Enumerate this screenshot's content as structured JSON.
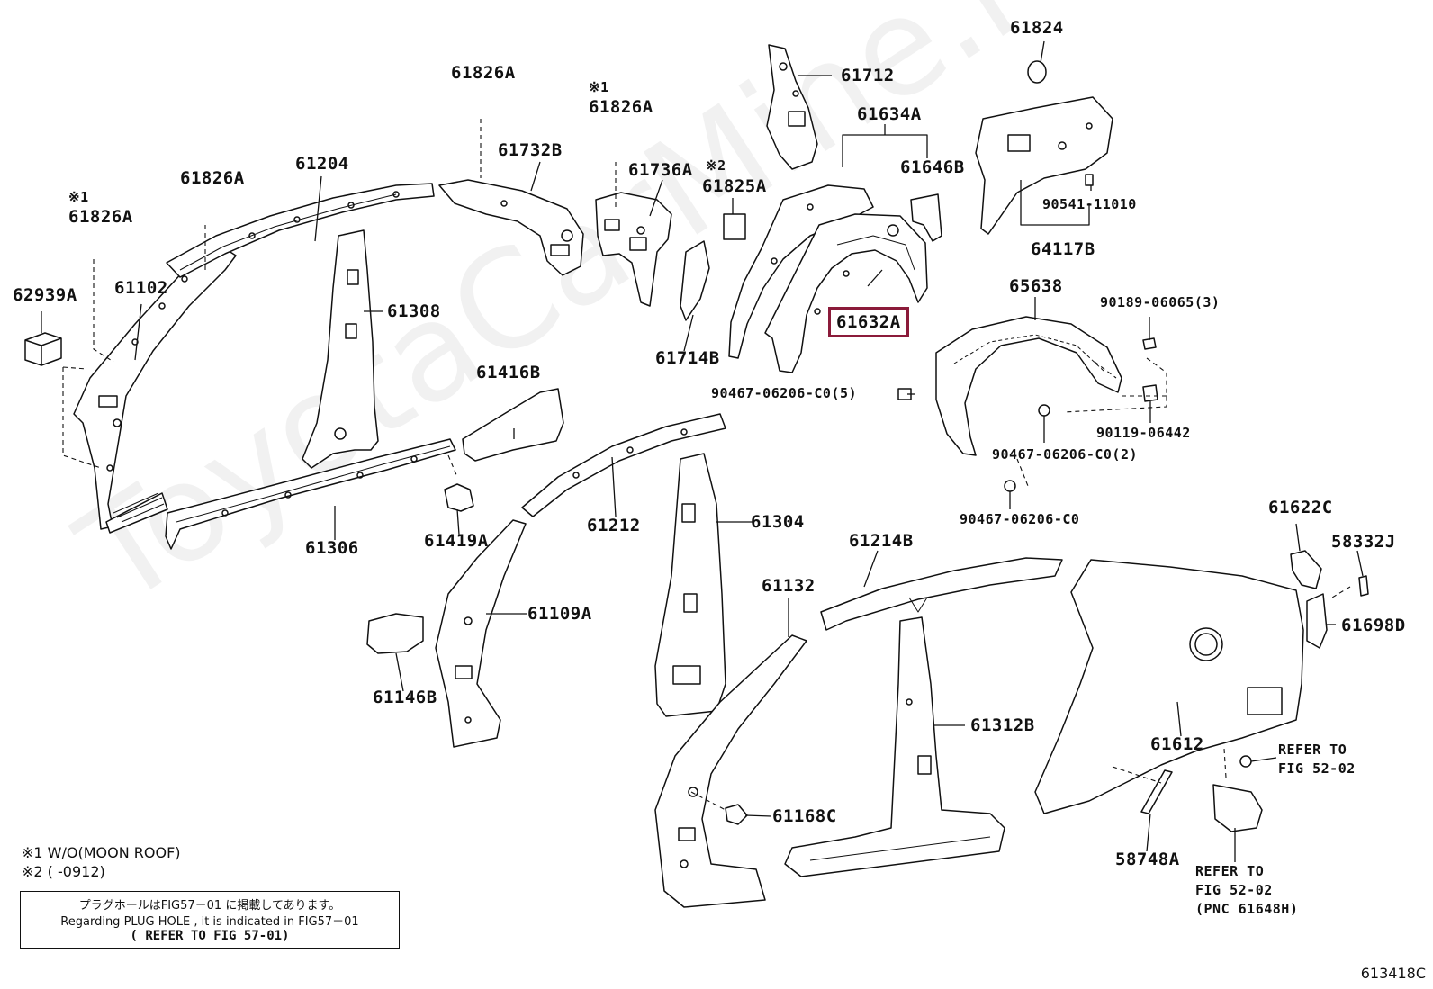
{
  "diagram": {
    "figure_code": "613418C",
    "watermark": "ToyotaCarMine.ru",
    "highlight_color": "#8b1b3a",
    "highlighted_part": "61632A",
    "labels": {
      "p61826a_1": "61826A",
      "p61826a_1_mark": "※1",
      "p61826a_2": "61826A",
      "p61826a_3": "61826A",
      "p61826a_4": "61826A",
      "p61826a_4_mark": "※1",
      "p62939a": "62939A",
      "p61102": "61102",
      "p61204": "61204",
      "p61732b": "61732B",
      "p61736a": "61736A",
      "p61825a": "61825A",
      "p61825a_mark": "※2",
      "p61712": "61712",
      "p61634a": "61634A",
      "p61646b": "61646B",
      "p61824": "61824",
      "p90541": "90541-11010",
      "p64117b": "64117B",
      "p61308": "61308",
      "p61714b": "61714B",
      "p61632a": "61632A",
      "p65638": "65638",
      "p90189": "90189-06065(3)",
      "p90467_5": "90467-06206-C0(5)",
      "p90119": "90119-06442",
      "p90467_2": "90467-06206-C0(2)",
      "p90467": "90467-06206-C0",
      "p61416b": "61416B",
      "p61306": "61306",
      "p61419a": "61419A",
      "p61212": "61212",
      "p61304": "61304",
      "p61214b": "61214B",
      "p61622c": "61622C",
      "p58332j": "58332J",
      "p61132": "61132",
      "p61109a": "61109A",
      "p61698d": "61698D",
      "p61146b": "61146B",
      "p61312b": "61312B",
      "p61612": "61612",
      "p61168c": "61168C",
      "p58748a": "58748A",
      "refer1_a": "REFER TO",
      "refer1_b": "FIG 52-02",
      "refer2_a": "REFER TO",
      "refer2_b": "FIG 52-02",
      "refer2_c": "(PNC 61648H)"
    },
    "footnotes": {
      "n1": "※1 W/O(MOON ROOF)",
      "n2": "※2 (       -0912)"
    },
    "note_box": {
      "line1": "プラグホールはFIG57－01 に掲載してあります。",
      "line2": "Regarding PLUG HOLE , it is indicated in FIG57－01",
      "line3": "( REFER TO FIG 57-01)"
    }
  }
}
